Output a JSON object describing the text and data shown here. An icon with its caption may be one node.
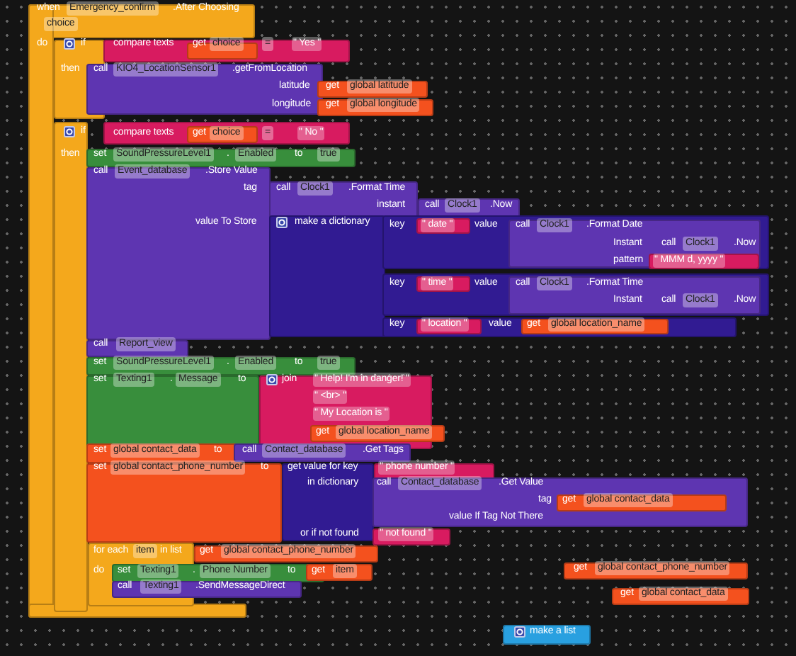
{
  "diagram": {
    "labels": [
      "when",
      "Emergency_confirm",
      ".After Choosing",
      "choice",
      "do",
      "if",
      "compare texts",
      "get",
      "choice",
      "=",
      "\" Yes \"",
      "then",
      "call",
      "KIO4_LocationSensor1",
      ".getFromLocation",
      "latitude",
      "get",
      "global latitude",
      "longitude",
      "get",
      "global longitude",
      "if",
      "compare texts",
      "get",
      "choice",
      "=",
      "\" No \"",
      "then",
      "set",
      "SoundPressureLevel1",
      ".",
      "Enabled",
      "to",
      "true",
      "call",
      "Event_database",
      ".Store Value",
      "tag",
      "call",
      "Clock1",
      ".Format Time",
      "instant",
      "call",
      "Clock1",
      ".Now",
      "value To Store",
      "make a dictionary",
      "key",
      "\" date \"",
      "value",
      "call",
      "Clock1",
      ".Format Date",
      "Instant",
      "call",
      "Clock1",
      ".Now",
      "pattern",
      "\" MMM d, yyyy \"",
      "key",
      "\" time \"",
      "value",
      "call",
      "Clock1",
      ".Format Time",
      "Instant",
      "call",
      "Clock1",
      ".Now",
      "key",
      "\" location \"",
      "value",
      "get",
      "global location_name",
      "call",
      "Report_view",
      "set",
      "SoundPressureLevel1",
      ".",
      "Enabled",
      "to",
      "true",
      "set",
      "Texting1",
      ".",
      "Message",
      "to",
      "join",
      "\" Help! I'm in danger! \"",
      "\" <br> \"",
      "\" My Location is \"",
      "get",
      "global location_name",
      "set",
      "global contact_data",
      "to",
      "call",
      "Contact_database",
      ".Get Tags",
      "set",
      "global contact_phone_number",
      "to",
      "get value for key",
      "\" phone number \"",
      "in dictionary",
      "call",
      "Contact_database",
      ".Get Value",
      "tag",
      "get",
      "global contact_data",
      "value If Tag Not There",
      "or if not found",
      "\" not found \"",
      "for each",
      "item",
      "in list",
      "get",
      "global contact_phone_number",
      "do",
      "set",
      "Texting1",
      ".",
      "Phone Number",
      "to",
      "get",
      "item",
      "call",
      "Texting1",
      ".SendMessageDirect",
      "get",
      "global contact_phone_number",
      "get",
      "global contact_data",
      "make a list"
    ]
  }
}
